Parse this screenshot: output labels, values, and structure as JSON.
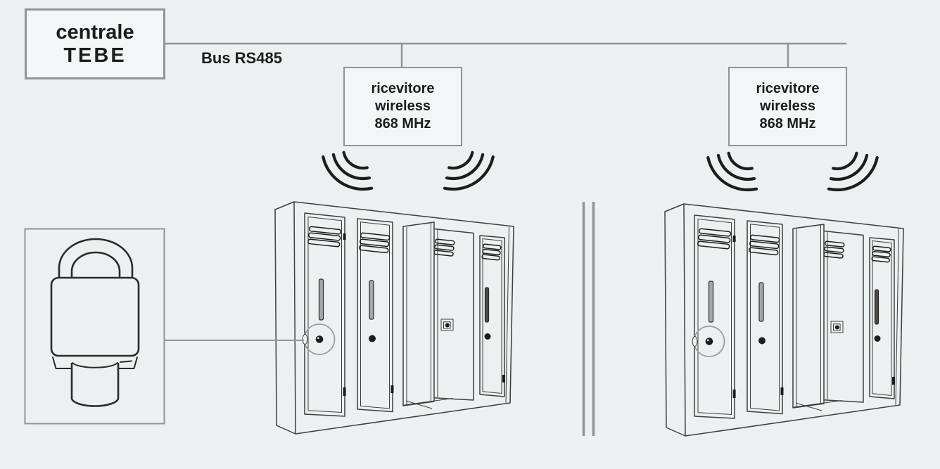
{
  "colors": {
    "background": "#edf0f0",
    "box_fill": "#f3f6f6",
    "border_gray": "#8f9496",
    "ink": "#1d1d1b",
    "line_art": "#3e3e3c",
    "highlight_gray": "#9aa0a0",
    "metal_gray": "#a3a7a7"
  },
  "controller_box": {
    "line1": "centrale",
    "line2": "TEBE"
  },
  "bus_label": "Bus RS485",
  "receiver_boxes": [
    {
      "line1": "ricevitore",
      "line2": "wireless",
      "line3": "868 MHz"
    },
    {
      "line1": "ricevitore",
      "line2": "wireless",
      "line3": "868 MHz"
    }
  ]
}
